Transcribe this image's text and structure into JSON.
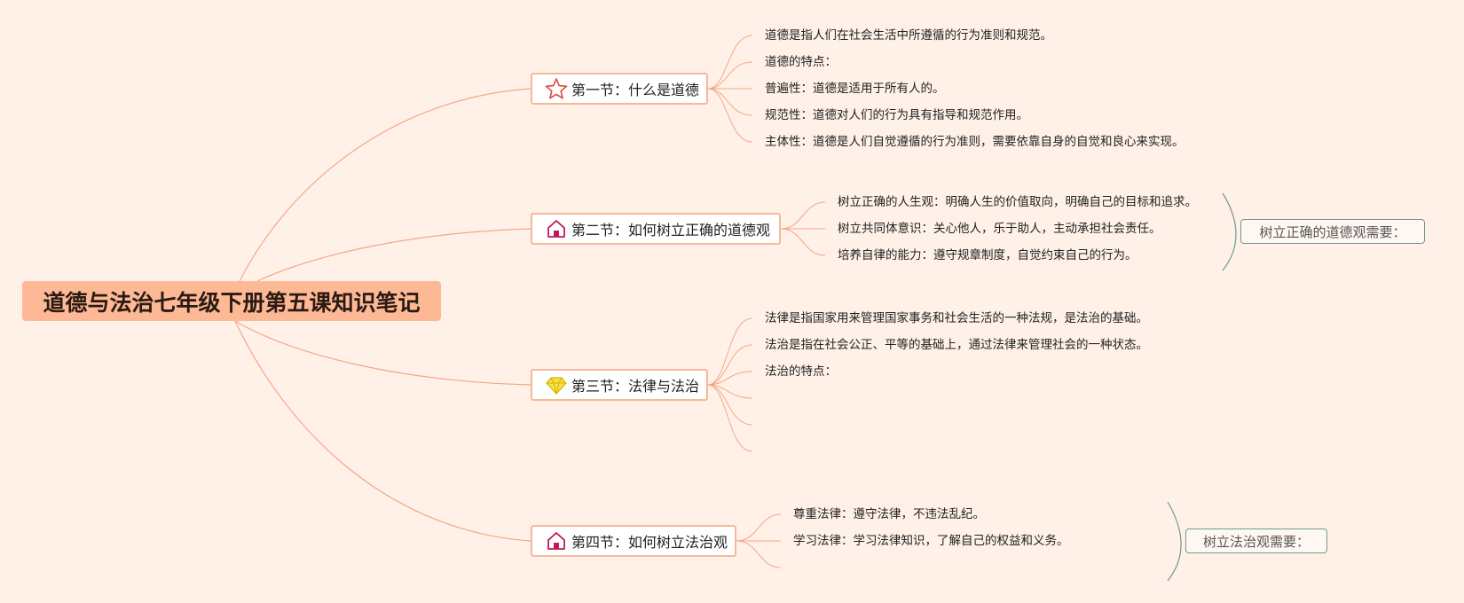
{
  "colors": {
    "background": "#fff1e8",
    "central_fill": "#fdb995",
    "branch_line": "#f4a785",
    "topic_border": "#f7b896",
    "summary_line": "#6f9a8e"
  },
  "central": {
    "title": "道德与法治七年级下册第五课知识笔记"
  },
  "topics": [
    {
      "icon": "star-icon",
      "title": "第一节：什么是道德",
      "items": [
        "道德是指人们在社会生活中所遵循的行为准则和规范。",
        "道德的特点：",
        "普遍性：道德是适用于所有人的。",
        "规范性：道德对人们的行为具有指导和规范作用。",
        "主体性：道德是人们自觉遵循的行为准则，需要依靠自身的自觉和良心来实现。"
      ]
    },
    {
      "icon": "house-icon",
      "title": "第二节：如何树立正确的道德观",
      "items": [
        "树立正确的人生观：明确人生的价值取向，明确自己的目标和追求。",
        "树立共同体意识：关心他人，乐于助人，主动承担社会责任。",
        "培养自律的能力：遵守规章制度，自觉约束自己的行为。"
      ],
      "summary": "树立正确的道德观需要："
    },
    {
      "icon": "gem-icon",
      "title": "第三节：法律与法治",
      "items": [
        "法律是指国家用来管理国家事务和社会生活的一种法规，是法治的基础。",
        "法治是指在社会公正、平等的基础上，通过法律来管理社会的一种状态。",
        "法治的特点：",
        "",
        "",
        ""
      ]
    },
    {
      "icon": "house-icon",
      "title": "第四节：如何树立法治观",
      "items": [
        "尊重法律：遵守法律，不违法乱纪。",
        "学习法律：学习法律知识，了解自己的权益和义务。",
        ""
      ],
      "summary": "树立法治观需要："
    }
  ]
}
